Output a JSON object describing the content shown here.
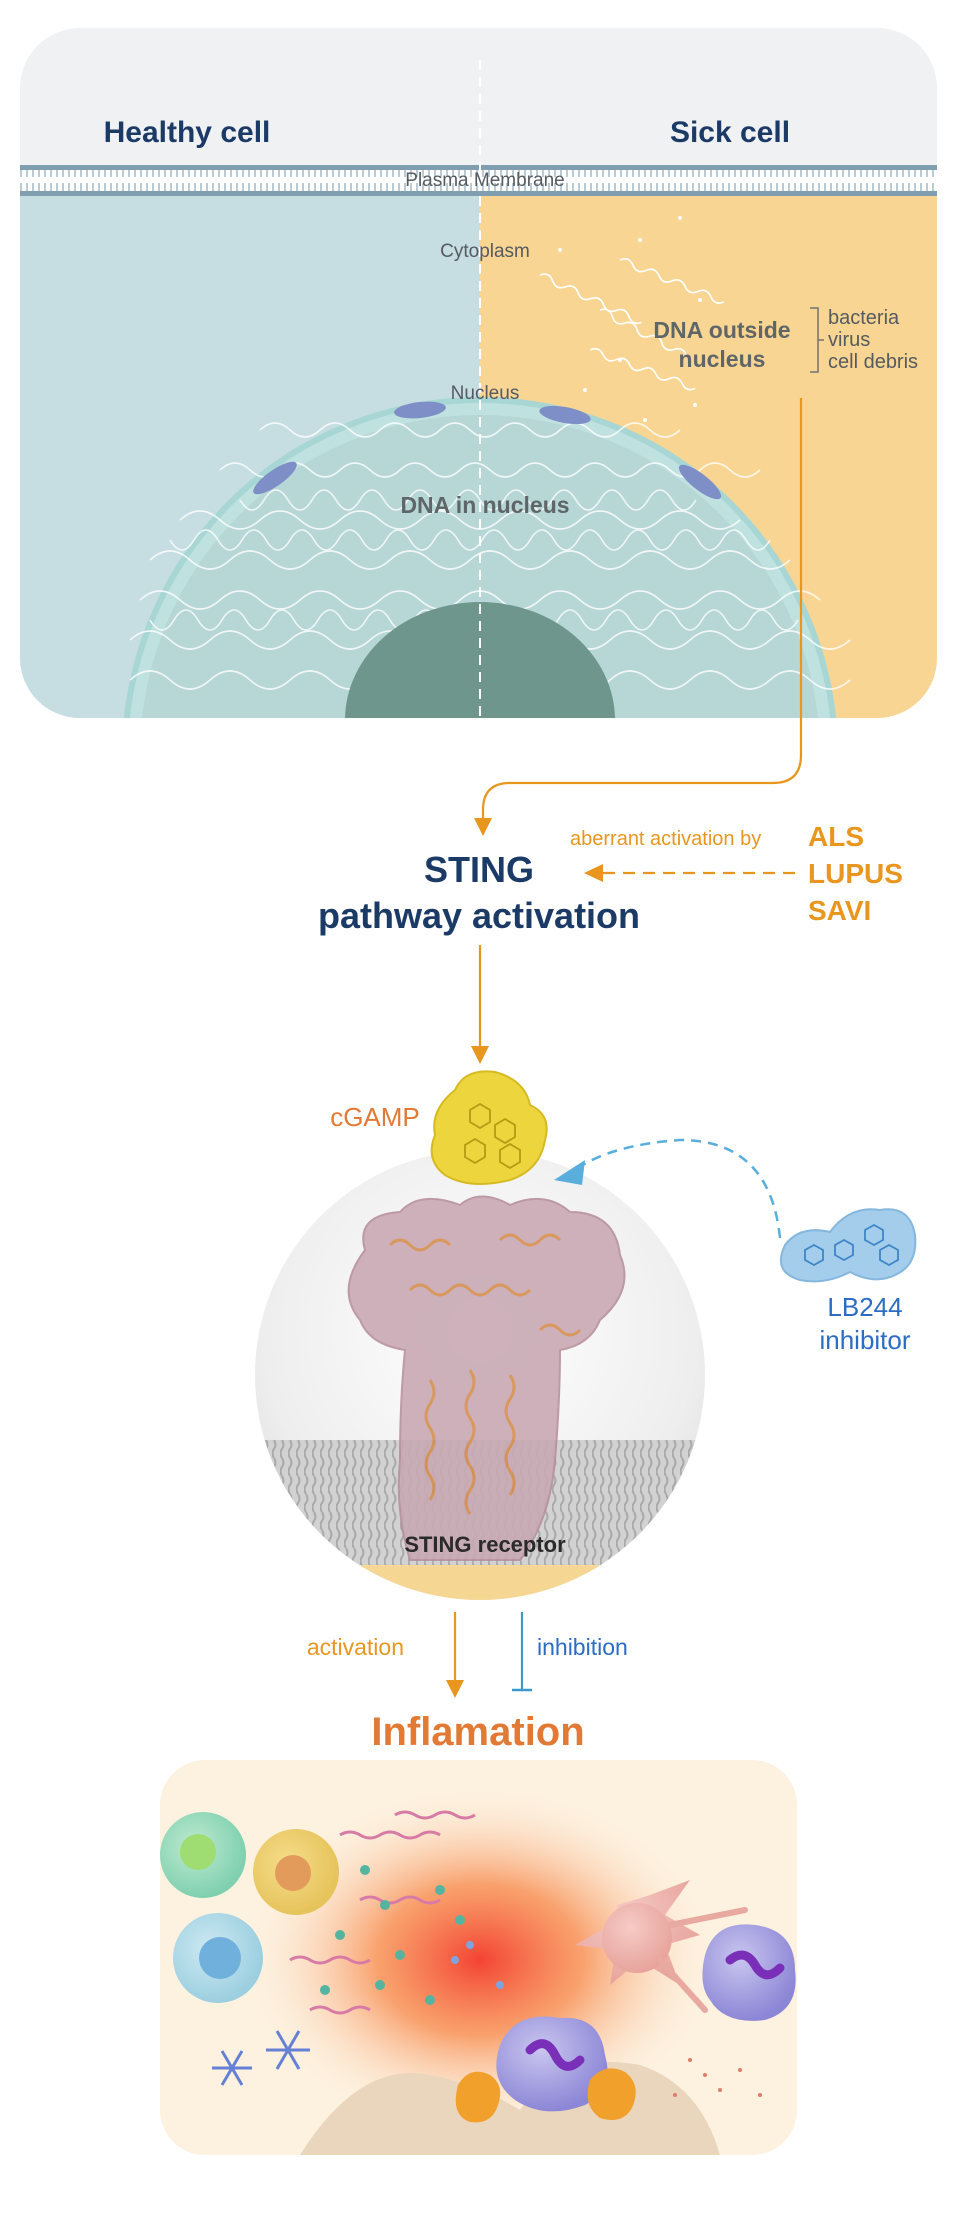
{
  "panel": {
    "healthy_title": "Healthy cell",
    "sick_title": "Sick cell",
    "membrane_label": "Plasma Membrane",
    "cytoplasm_label": "Cytoplasm",
    "nucleus_label": "Nucleus",
    "dna_nucleus_label": "DNA in nucleus",
    "dna_outside_line1": "DNA outside",
    "dna_outside_line2": "nucleus",
    "sources": [
      "bacteria",
      "virus",
      "cell debris"
    ]
  },
  "pathway": {
    "aberrant_label": "aberrant activation by",
    "diseases": [
      "ALS",
      "LUPUS",
      "SAVI"
    ],
    "title_line1": "STING",
    "title_line2": "pathway activation"
  },
  "receptor": {
    "cgamp_label": "cGAMP",
    "inhibitor_line1": "LB244",
    "inhibitor_line2": "inhibitor",
    "receptor_label": "STING receptor"
  },
  "effects": {
    "activation_label": "activation",
    "inhibition_label": "inhibition",
    "inflammation_title": "Inflamation"
  },
  "colors": {
    "navy": "#1b3a66",
    "orange": "#e8961e",
    "orange_title": "#e27a35",
    "blue": "#2b6cc4",
    "healthy_bg": "#c6dde2",
    "sick_bg": "#f9d593",
    "membrane": "#8fb0bf",
    "nucleolus": "#6e968d"
  }
}
